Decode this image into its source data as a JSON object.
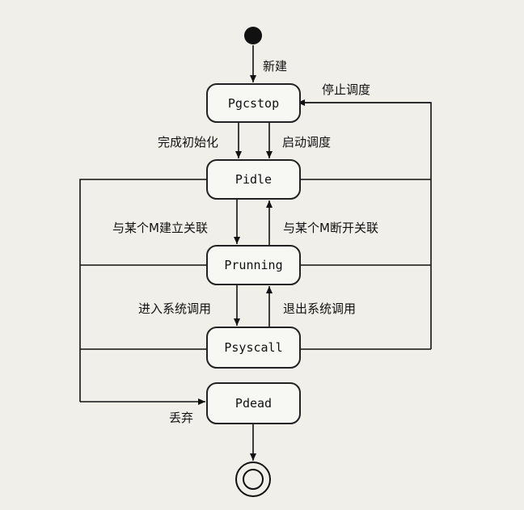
{
  "states": {
    "pgcstop": "Pgcstop",
    "pidle": "Pidle",
    "prunning": "Prunning",
    "psyscall": "Psyscall",
    "pdead": "Pdead"
  },
  "transitions": {
    "create": "新建",
    "stop_schedule": "停止调度",
    "init_complete": "完成初始化",
    "start_schedule": "启动调度",
    "bind_m": "与某个M建立关联",
    "unbind_m": "与某个M断开关联",
    "enter_syscall": "进入系统调用",
    "exit_syscall": "退出系统调用",
    "discard": "丢弃"
  }
}
